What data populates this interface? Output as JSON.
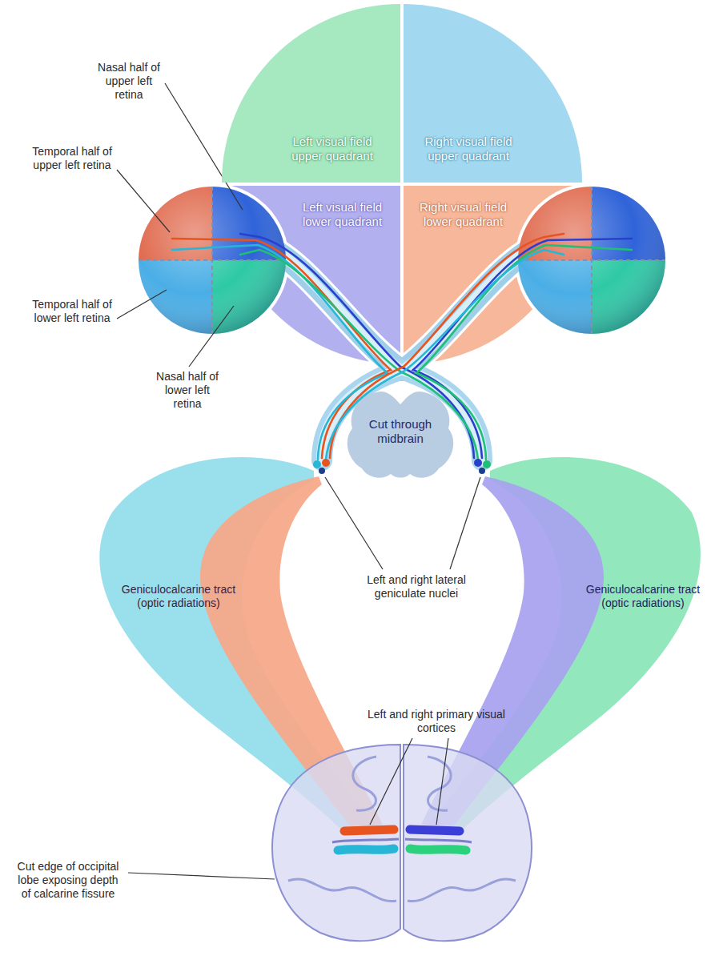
{
  "diagram": {
    "nodes": [
      {
        "text": [
          "Left visual field upper quadrant"
        ]
      },
      {
        "text": [
          "Right visual field upper quadrant"
        ]
      },
      {
        "text": [
          "Left visual field lower quadrant"
        ]
      },
      {
        "text": [
          "Right visual field lower quadrant"
        ]
      },
      {
        "text": [
          "Cut through midbrain"
        ]
      }
    ],
    "labels": [
      "Nasal half of upper left retina",
      "Temporal half of upper left retina",
      "Temporal half of lower left retina",
      "Nasal half of lower left retina",
      "Left and right lateral geniculate nuclei",
      "Geniculocalcarine tract (optic radiations)",
      "Geniculocalcarine tract (optic radiations)",
      "Left and right primary visual cortices",
      "Cut edge of occipital lobe exposing depth of calcarine fissure"
    ]
  }
}
